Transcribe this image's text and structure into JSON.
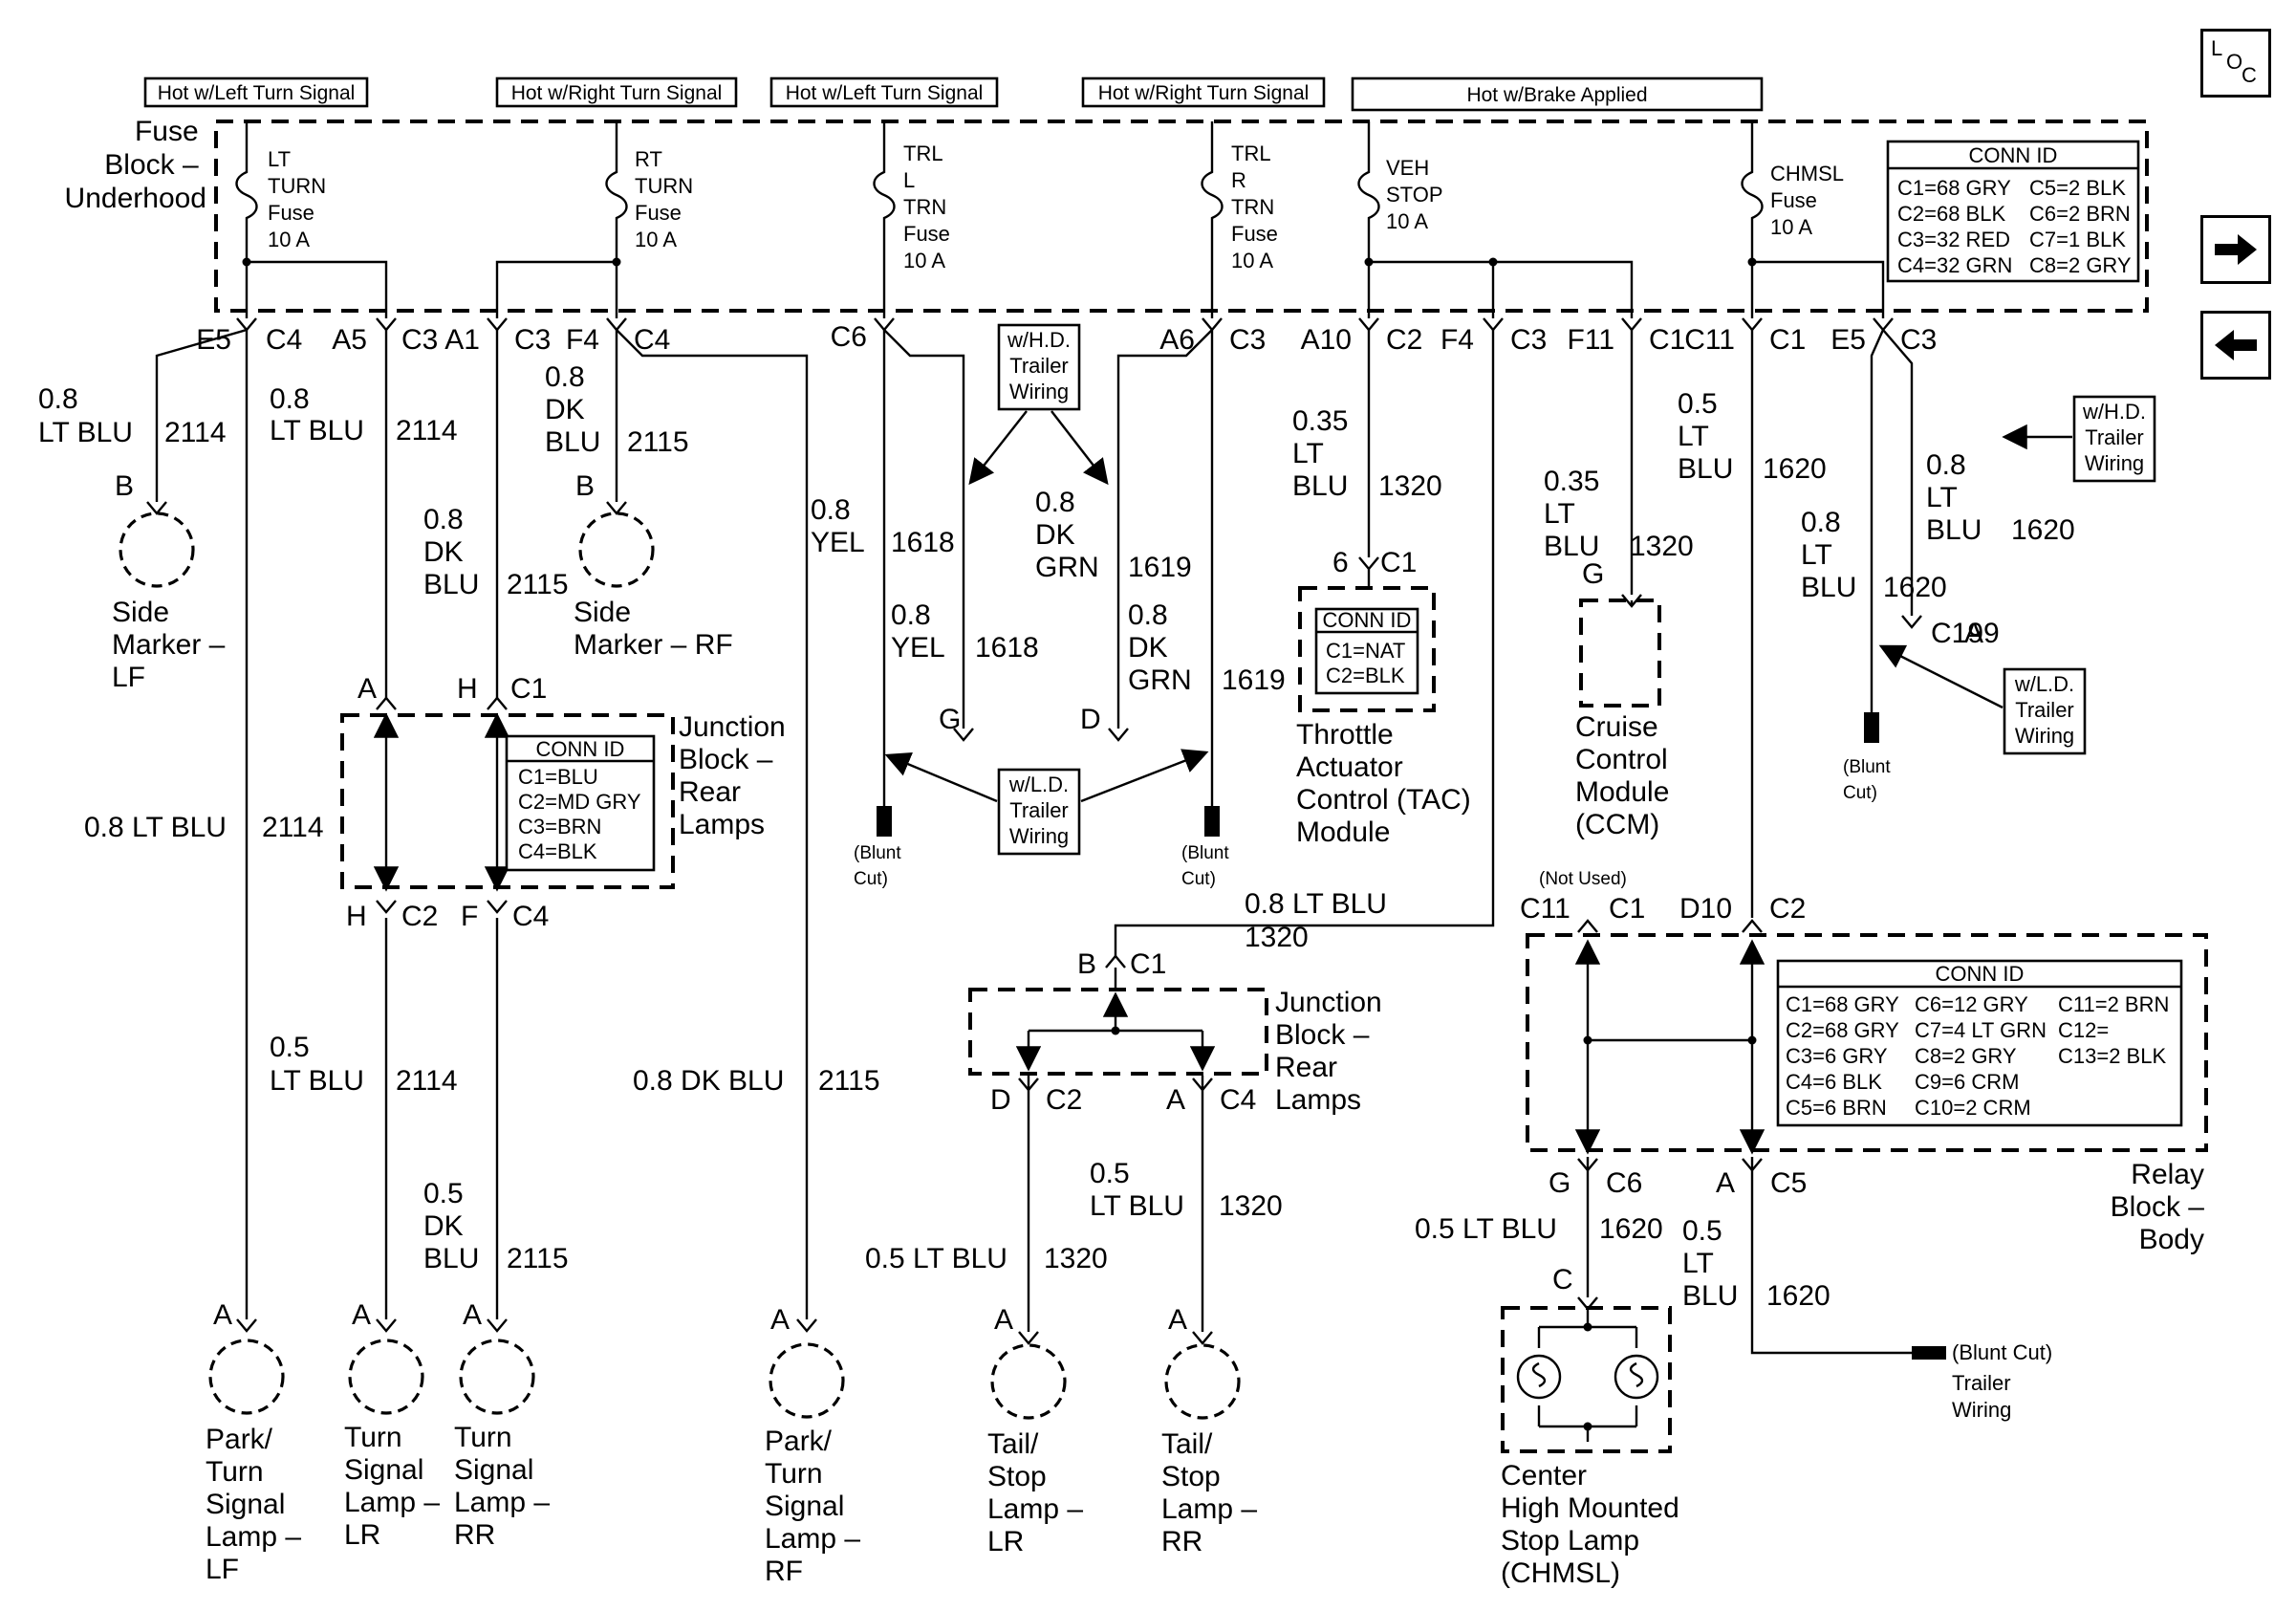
{
  "colors": {
    "ink": "#000000",
    "paper": "#ffffff"
  },
  "nav": {
    "loc_icon": "loc-icon",
    "next_icon": "arrow-right-icon",
    "prev_icon": "arrow-left-icon",
    "loc_l": "L",
    "loc_o": "O",
    "loc_c": "C"
  },
  "headers": [
    "Hot w/Left Turn Signal",
    "Hot w/Right Turn Signal",
    "Hot w/Left Turn Signal",
    "Hot w/Right Turn Signal",
    "Hot w/Brake Applied"
  ],
  "fuse_block": {
    "name": [
      "Fuse",
      "Block –",
      "Underhood"
    ],
    "fuses": [
      [
        "LT",
        "TURN",
        "Fuse",
        "10 A"
      ],
      [
        "RT",
        "TURN",
        "Fuse",
        "10 A"
      ],
      [
        "TRL",
        "L",
        "TRN",
        "Fuse",
        "10 A"
      ],
      [
        "TRL",
        "R",
        "TRN",
        "Fuse",
        "10 A"
      ],
      [
        "VEH",
        "STOP",
        "10 A"
      ],
      [
        "CHMSL",
        "Fuse",
        "10 A"
      ]
    ],
    "conn_title": "CONN ID",
    "conn": [
      "C1=68 GRY",
      "C5=2 BLK",
      "C2=68 BLK",
      "C6=2 BRN",
      "C3=32 RED",
      "C7=1 BLK",
      "C4=32 GRN",
      "C8=2 GRY"
    ]
  },
  "pins": [
    "E5",
    "C4",
    "A5",
    "C3",
    "A1",
    "C3",
    "F4",
    "C4",
    "C6",
    "A6",
    "C3",
    "A10",
    "C2",
    "F4",
    "C3",
    "F11",
    "C1",
    "C11",
    "C1",
    "E5",
    "C3"
  ],
  "wires": [
    [
      "0.8",
      "LT BLU",
      "2114"
    ],
    [
      "0.8",
      "LT BLU",
      "2114"
    ],
    [
      "0.8",
      "DK",
      "BLU",
      "2115"
    ],
    [
      "0.8",
      "DK",
      "BLU",
      "2115"
    ],
    [
      "0.8",
      "YEL",
      "1618"
    ],
    [
      "0.8",
      "YEL",
      "1618"
    ],
    [
      "0.8",
      "DK",
      "GRN",
      "1619"
    ],
    [
      "0.8",
      "DK",
      "GRN",
      "1619"
    ],
    [
      "0.35",
      "LT",
      "BLU",
      "1320"
    ],
    [
      "0.35",
      "LT",
      "BLU",
      "1320"
    ],
    [
      "0.5",
      "LT",
      "BLU",
      "1620"
    ],
    [
      "0.8",
      "LT",
      "BLU",
      "1620"
    ],
    [
      "0.8",
      "LT",
      "BLU",
      "1620"
    ],
    [
      "0.8 LT BLU",
      "2114"
    ],
    [
      "0.5",
      "LT BLU",
      "2114"
    ],
    [
      "0.5",
      "DK",
      "BLU",
      "2115"
    ],
    [
      "0.8 DK BLU",
      "2115"
    ],
    [
      "0.8 LT BLU",
      "1320"
    ],
    [
      "0.5",
      "LT BLU",
      "1320"
    ],
    [
      "0.5 LT BLU",
      "1320"
    ],
    [
      "0.5 LT BLU",
      "1620"
    ],
    [
      "0.5",
      "LT",
      "BLU",
      "1620"
    ]
  ],
  "components": {
    "side_lf": [
      "B",
      "Side",
      "Marker –",
      "LF"
    ],
    "side_rf": [
      "B",
      "Side",
      "Marker – RF"
    ],
    "park_lf": [
      "A",
      "Park/",
      "Turn",
      "Signal",
      "Lamp –",
      "LF"
    ],
    "turn_lr": [
      "A",
      "Turn",
      "Signal",
      "Lamp –",
      "LR"
    ],
    "turn_rr": [
      "A",
      "Turn",
      "Signal",
      "Lamp –",
      "RR"
    ],
    "park_rf": [
      "A",
      "Park/",
      "Turn",
      "Signal",
      "Lamp –",
      "RF"
    ],
    "tail_lr": [
      "A",
      "Tail/",
      "Stop",
      "Lamp –",
      "LR"
    ],
    "tail_rr": [
      "A",
      "Tail/",
      "Stop",
      "Lamp –",
      "RR"
    ],
    "chmsl": [
      "C",
      "Center",
      "High Mounted",
      "Stop Lamp",
      "(CHMSL)"
    ],
    "tac": [
      "6",
      "C1",
      "Throttle",
      "Actuator",
      "Control (TAC)",
      "Module"
    ],
    "tac_conn": [
      "CONN ID",
      "C1=NAT",
      "C2=BLK"
    ],
    "ccm": [
      "G",
      "Cruise",
      "Control",
      "Module",
      "(CCM)"
    ]
  },
  "junction_1": {
    "name": [
      "Junction",
      "Block –",
      "Rear",
      "Lamps"
    ],
    "pins_top": [
      "A",
      "H",
      "C1"
    ],
    "pins_bottom": [
      "H",
      "C2",
      "F",
      "C4"
    ],
    "conn": [
      "CONN ID",
      "C1=BLU",
      "C2=MD GRY",
      "C3=BRN",
      "C4=BLK"
    ]
  },
  "junction_2": {
    "name": [
      "Junction",
      "Block –",
      "Rear",
      "Lamps"
    ],
    "pins_top": [
      "B",
      "C1"
    ],
    "pins_bottom": [
      "D",
      "C2",
      "A",
      "C4"
    ]
  },
  "relay_block": {
    "name": [
      "Relay",
      "Block –",
      "Body"
    ],
    "pins_top": [
      "(Not Used)",
      "C11",
      "C1",
      "D10",
      "C2"
    ],
    "pins_bottom": [
      "G",
      "C6",
      "A",
      "C5"
    ],
    "conn_title": "CONN ID",
    "conn": [
      "C1=68 GRY",
      "C6=12 GRY",
      "C11=2 BRN",
      "C2=68 GRY",
      "C7=4 LT GRN",
      "C12=",
      "C3=6 GRY",
      "C8=2 GRY",
      "C13=2 BLK",
      "C4=6 BLK",
      "C9=6 CRM",
      "",
      "C5=6 BRN",
      "C10=2 CRM",
      ""
    ]
  },
  "options": {
    "hd": [
      "w/H.D.",
      "Trailer",
      "Wiring"
    ],
    "ld": [
      "w/L.D.",
      "Trailer",
      "Wiring"
    ],
    "hd2": [
      "w/H.D.",
      "Trailer",
      "Wiring"
    ],
    "ld2": [
      "w/L.D.",
      "Trailer",
      "Wiring"
    ]
  },
  "misc": {
    "pins_c199": [
      "A",
      "C199"
    ],
    "pins_gd": [
      "G",
      "D"
    ],
    "blunt": [
      "(Blunt",
      "Cut)"
    ],
    "blunt_cut_line": "(Blunt Cut)",
    "trailer_wiring": [
      "Trailer",
      "Wiring"
    ]
  }
}
